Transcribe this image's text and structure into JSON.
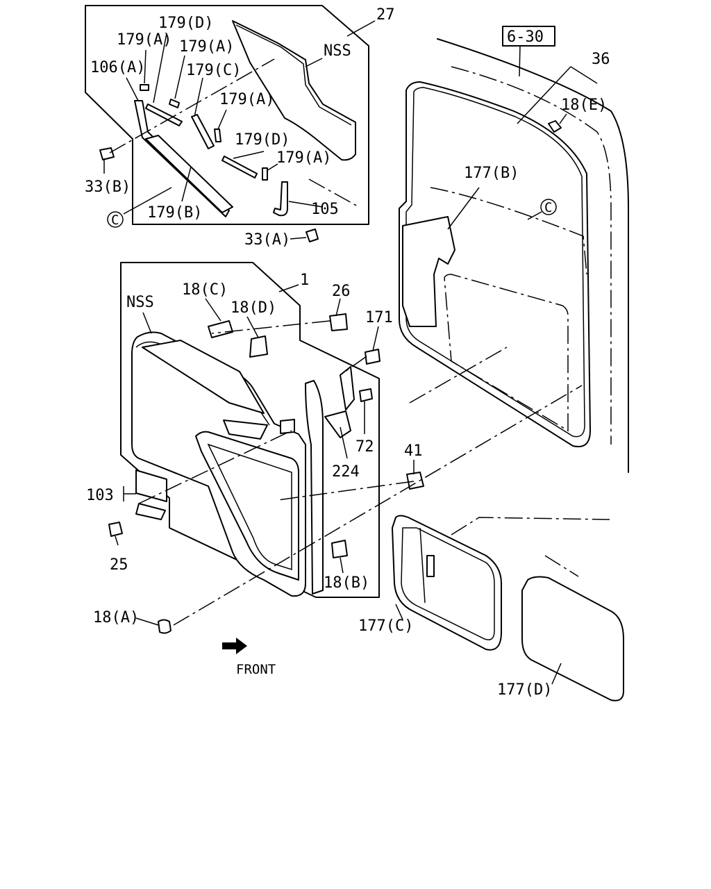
{
  "labels": {
    "l27": "27",
    "l179d_a": "179(D)",
    "l179a_a": "179(A)",
    "l179a_b": "179(A)",
    "l106a": "106(A)",
    "lnss_top": "NSS",
    "l179c": "179(C)",
    "l179a_c": "179(A)",
    "l179d_b": "179(D)",
    "l179a_d": "179(A)",
    "l33b": "33(B)",
    "l179b": "179(B)",
    "lc_top": "C",
    "l105": "105",
    "l33a": "33(A)",
    "l630": "6-30",
    "l36": "36",
    "l18e": "18(E)",
    "l177b": "177(B)",
    "lc_right": "C",
    "l1": "1",
    "l26": "26",
    "l18c": "18(C)",
    "lnss_mid": "NSS",
    "l18d": "18(D)",
    "l171": "171",
    "l72": "72",
    "l224": "224",
    "l41": "41",
    "l103": "103",
    "l25": "25",
    "l18b": "18(B)",
    "l18a": "18(A)",
    "l177c": "177(C)",
    "l177d": "177(D)",
    "lfront": "FRONT"
  }
}
